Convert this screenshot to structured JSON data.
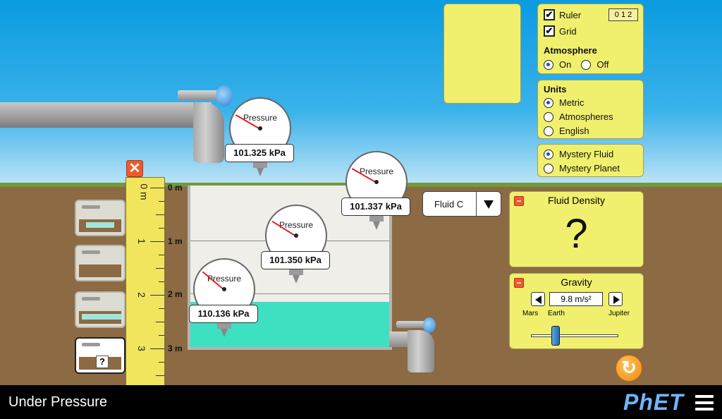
{
  "navbar": {
    "title": "Under Pressure",
    "logo": "PhET"
  },
  "ruler": {
    "numbers": [
      "0 m",
      "1",
      "2",
      "3"
    ],
    "close_icon": "✕"
  },
  "depth_labels": [
    "0 m",
    "1 m",
    "2 m",
    "3 m"
  ],
  "gauges": [
    {
      "label": "Pressure",
      "reading": "101.325 kPa"
    },
    {
      "label": "Pressure",
      "reading": "101.337 kPa"
    },
    {
      "label": "Pressure",
      "reading": "101.350 kPa"
    },
    {
      "label": "Pressure",
      "reading": "110.136 kPa"
    }
  ],
  "pool_buttons": {
    "mystery_mark": "?"
  },
  "display_panel": {
    "ruler_label": "Ruler",
    "grid_label": "Grid",
    "ruler_icon_text": "0 1 2",
    "atmosphere_title": "Atmosphere",
    "atm_on": "On",
    "atm_off": "Off",
    "check_mark": "✔"
  },
  "units_panel": {
    "title": "Units",
    "options": [
      "Metric",
      "Atmospheres",
      "English"
    ],
    "selected": "Metric"
  },
  "mystery_panel": {
    "options": [
      "Mystery Fluid",
      "Mystery Planet"
    ],
    "selected": "Mystery Fluid"
  },
  "fluid_select": {
    "value": "Fluid C"
  },
  "fluid_density": {
    "title": "Fluid Density",
    "value": "?"
  },
  "gravity": {
    "title": "Gravity",
    "value": "9.8 m/s²",
    "labels": {
      "mars": "Mars",
      "earth": "Earth",
      "jupiter": "Jupiter"
    },
    "slider_fraction": 0.28
  },
  "colors": {
    "panel": "#f0f06e",
    "water": "#3ee0c2",
    "accent": "#ef5a2a"
  }
}
